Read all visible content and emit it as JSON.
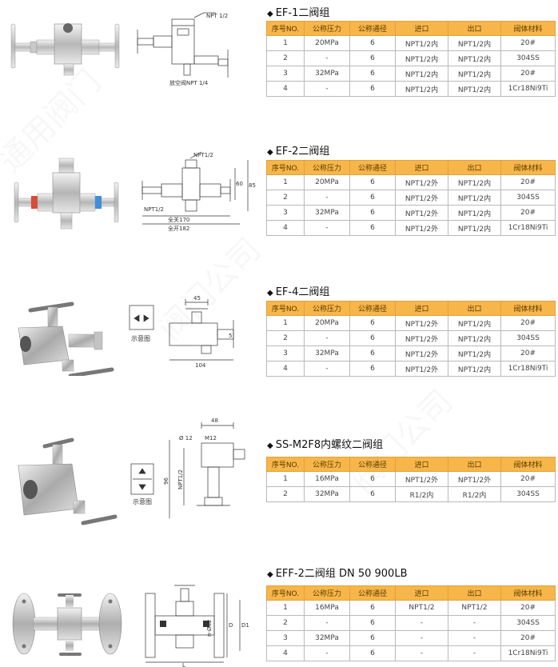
{
  "header": [
    "序号NO.",
    "公称压力",
    "公称通径",
    "进口",
    "出口",
    "阀体材料"
  ],
  "sections": [
    {
      "title": "EF-1二阀组",
      "drawing_labels": [
        "NPT 1/2",
        "放空阀NPT 1/4"
      ],
      "rows": [
        [
          "1",
          "20MPa",
          "6",
          "NPT1/2内",
          "NPT1/2内",
          "20#"
        ],
        [
          "2",
          "-",
          "6",
          "NPT1/2内",
          "NPT1/2内",
          "304SS"
        ],
        [
          "3",
          "32MPa",
          "6",
          "NPT1/2内",
          "NPT1/2内",
          "20#"
        ],
        [
          "4",
          "-",
          "6",
          "NPT1/2内",
          "NPT1/2内",
          "1Cr18Ni9Ti"
        ]
      ]
    },
    {
      "title": "EF-2二阀组",
      "drawing_labels": [
        "NPT1/2",
        "NPT1/2",
        "60",
        "85",
        "全关170",
        "全开182"
      ],
      "rows": [
        [
          "1",
          "20MPa",
          "6",
          "NPT1/2外",
          "NPT1/2内",
          "20#"
        ],
        [
          "2",
          "-",
          "6",
          "NPT1/2外",
          "NPT1/2内",
          "304SS"
        ],
        [
          "3",
          "32MPa",
          "6",
          "NPT1/2外",
          "NPT1/2内",
          "20#"
        ],
        [
          "4",
          "-",
          "6",
          "NPT1/2外",
          "NPT1/2内",
          "1Cr18Ni9Ti"
        ]
      ]
    },
    {
      "title": "EF-4二阀组",
      "drawing_labels": [
        "示意图",
        "45",
        "5",
        "104"
      ],
      "rows": [
        [
          "1",
          "20MPa",
          "6",
          "NPT1/2外",
          "NPT1/2内",
          "20#"
        ],
        [
          "2",
          "-",
          "6",
          "NPT1/2外",
          "NPT1/2内",
          "304SS"
        ],
        [
          "3",
          "32MPa",
          "6",
          "NPT1/2外",
          "NPT1/2内",
          "20#"
        ],
        [
          "4",
          "-",
          "6",
          "NPT1/2外",
          "NPT1/2内",
          "1Cr18Ni9Ti"
        ]
      ]
    },
    {
      "title": "SS-M2F8内螺纹二阀组",
      "drawing_labels": [
        "48",
        "Ø 12",
        "M12",
        "NPT1/2",
        "96",
        "示意图"
      ],
      "rows": [
        [
          "1",
          "16MPa",
          "6",
          "NPT1/2外",
          "NPT1/2外",
          "20#"
        ],
        [
          "2",
          "32MPa",
          "6",
          "R1/2内",
          "R1/2内",
          "304SS"
        ]
      ]
    },
    {
      "title": "EFF-2二阀组 DN 50  900LB",
      "drawing_labels": [
        "D",
        "D1",
        "n-Ød2",
        "L"
      ],
      "rows": [
        [
          "1",
          "16MPa",
          "6",
          "NPT1/2",
          "NPT1/2",
          "20#"
        ],
        [
          "2",
          "-",
          "6",
          "-",
          "-",
          "304SS"
        ],
        [
          "3",
          "32MPa",
          "6",
          "-",
          "-",
          "20#"
        ],
        [
          "4",
          "-",
          "6",
          "-",
          "-",
          "1Cr18Ni9Ti"
        ]
      ]
    }
  ]
}
